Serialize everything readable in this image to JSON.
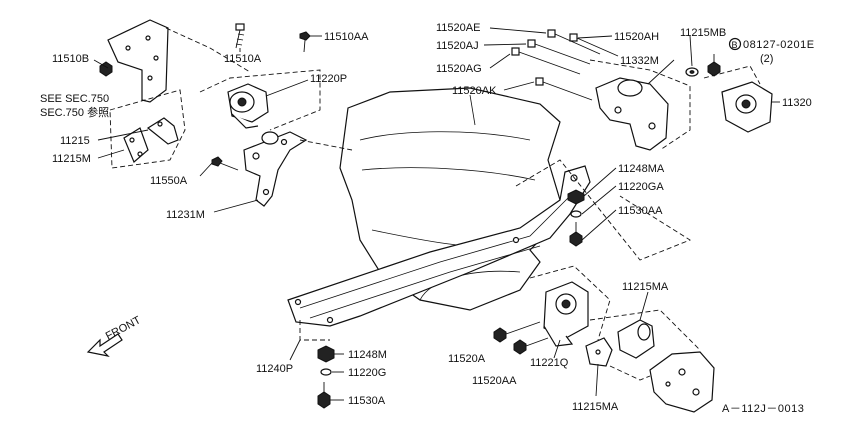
{
  "labels": {
    "p11510B": "11510B",
    "p11510A": "11510A",
    "p11510AA": "11510AA",
    "p11220P": "11220P",
    "p11215": "11215",
    "p11215M": "11215M",
    "p11550A": "11550A",
    "p11231M": "11231M",
    "p11520AE": "11520AE",
    "p11520AJ": "11520AJ",
    "p11520AG": "11520AG",
    "p11520AK": "11520AK",
    "p11520AH": "11520AH",
    "p11332M": "11332M",
    "p11215MB": "11215MB",
    "p08127": "08127-0201E",
    "p08127qty": "(2)",
    "p11320": "11320",
    "p11248MA": "11248MA",
    "p11220GA": "11220GA",
    "p11530AA": "11530AA",
    "p11215MA_top": "11215MA",
    "p11215MA_bot": "11215MA",
    "p11520A": "11520A",
    "p11520AA": "11520AA",
    "p11221Q": "11221Q",
    "p11240P": "11240P",
    "p11248M": "11248M",
    "p11220G": "11220G",
    "p11530A": "11530A",
    "see1": "SEE SEC.750",
    "see2": "SEC.750 参照",
    "front": "FRONT",
    "bolt_marker": "B",
    "diagram_code": "A－112J－0013"
  },
  "icons": {
    "front_arrow": "front-arrow-icon",
    "bolt_marker": "circled-b-icon"
  }
}
